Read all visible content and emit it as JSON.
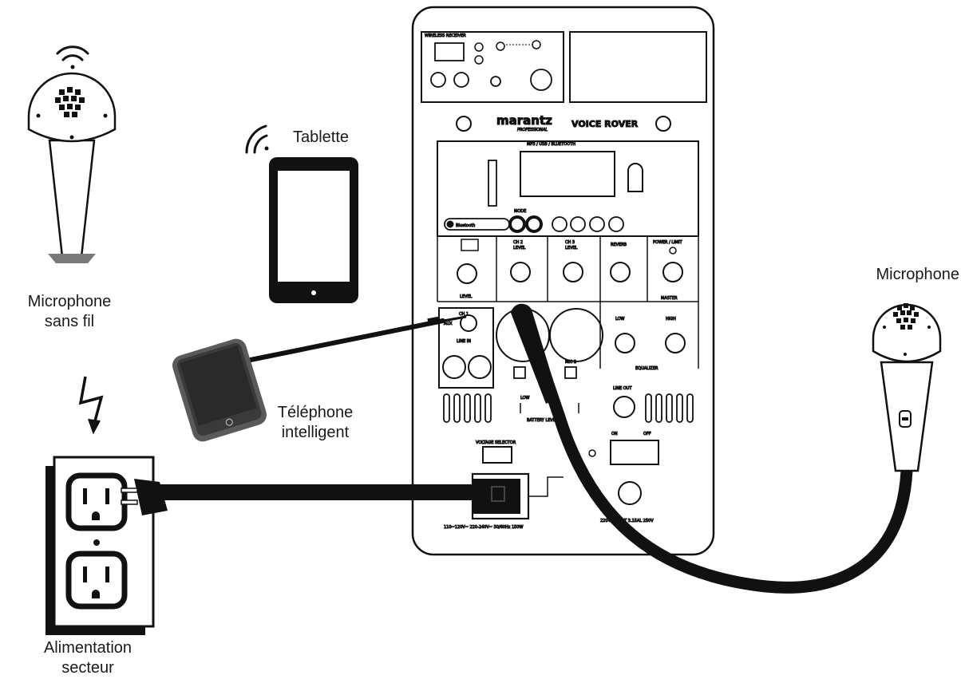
{
  "labels": {
    "wireless_mic": [
      "Microphone",
      "sans fil"
    ],
    "tablet": "Tablette",
    "smartphone": [
      "Téléphone",
      "intelligent"
    ],
    "microphone": "Microphone",
    "power": [
      "Alimentation",
      "secteur"
    ]
  },
  "device": {
    "brand": "marantz",
    "brand_sub": "PROFESSIONAL",
    "model": "VOICE ROVER",
    "wireless_section": "WIRELESS RECEIVER",
    "media_section": "MP3 / USB / BLUETOOTH",
    "channels": {
      "ch1": "CH 1",
      "ch2_level": [
        "CH 2",
        "LEVEL"
      ],
      "ch3_level": [
        "CH 3",
        "LEVEL"
      ],
      "reverb": "REVERB",
      "power_limit": "POWER / LIMIT",
      "master": "MASTER",
      "level": "LEVEL",
      "aux": "AUX",
      "line_in": "LINE IN",
      "mic2": "MIC 2",
      "low": "LOW",
      "high": "HIGH",
      "equalizer": "EQUALIZER",
      "line_out": "LINE OUT",
      "battery_level": "BATTERY LEVEL",
      "voltage": "VOLTAGE SELECTOR",
      "bluetooth": "Bluetooth",
      "mode": "MODE",
      "on": "ON",
      "off": "OFF"
    }
  },
  "colors": {
    "ink": "#111111",
    "background": "#ffffff",
    "shadow": "#7a7a7a"
  },
  "icons": [
    "wifi-signal-icon",
    "lightning-bolt-icon",
    "bluetooth-icon"
  ]
}
